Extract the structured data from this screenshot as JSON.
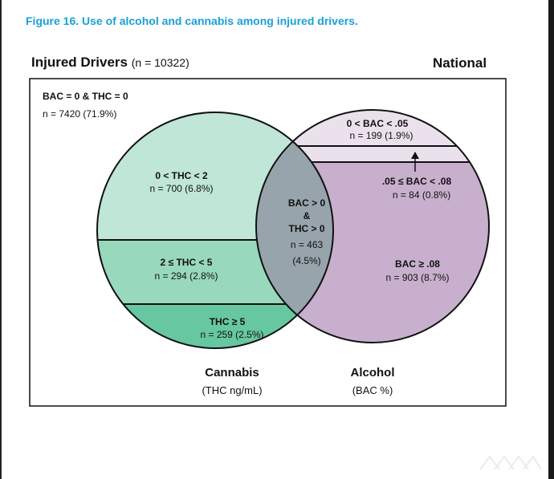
{
  "figure_title": "Figure 16. Use of alcohol and cannabis among injured drivers.",
  "header": {
    "left_bold": "Injured Drivers",
    "left_n": "(n = 10322)",
    "right": "National"
  },
  "outside_region": {
    "label": "BAC = 0 & THC = 0",
    "value": "n = 7420 (71.9%)"
  },
  "cannabis_regions": [
    {
      "label": "0 < THC < 2",
      "value": "n = 700 (6.8%)"
    },
    {
      "label": "2 ≤ THC < 5",
      "value": "n = 294 (2.8%)"
    },
    {
      "label": "THC ≥ 5",
      "value": "n = 259 (2.5%)"
    }
  ],
  "overlap": {
    "line1": "BAC > 0",
    "line2": "&",
    "line3": "THC > 0",
    "line4": "n = 463",
    "line5": "(4.5%)"
  },
  "alcohol_regions": [
    {
      "label": "0 < BAC < .05",
      "value": "n = 199 (1.9%)"
    },
    {
      "label": ".05 ≤ BAC < .08",
      "value": "n = 84 (0.8%)"
    },
    {
      "label": "BAC ≥ .08",
      "value": "n = 903 (8.7%)"
    }
  ],
  "circle_captions": {
    "cannabis_title": "Cannabis",
    "cannabis_unit": "(THC ng/mL)",
    "alcohol_title": "Alcohol",
    "alcohol_unit": "(BAC %)"
  },
  "colors": {
    "title_blue": "#1aa0d8",
    "cannabis_light": "#bfe6d6",
    "cannabis_mid": "#98d8bd",
    "cannabis_dark": "#66c7a0",
    "alcohol_light": "#ebe1ed",
    "alcohol_dark": "#c7afcd",
    "overlap": "#97a4ab"
  }
}
